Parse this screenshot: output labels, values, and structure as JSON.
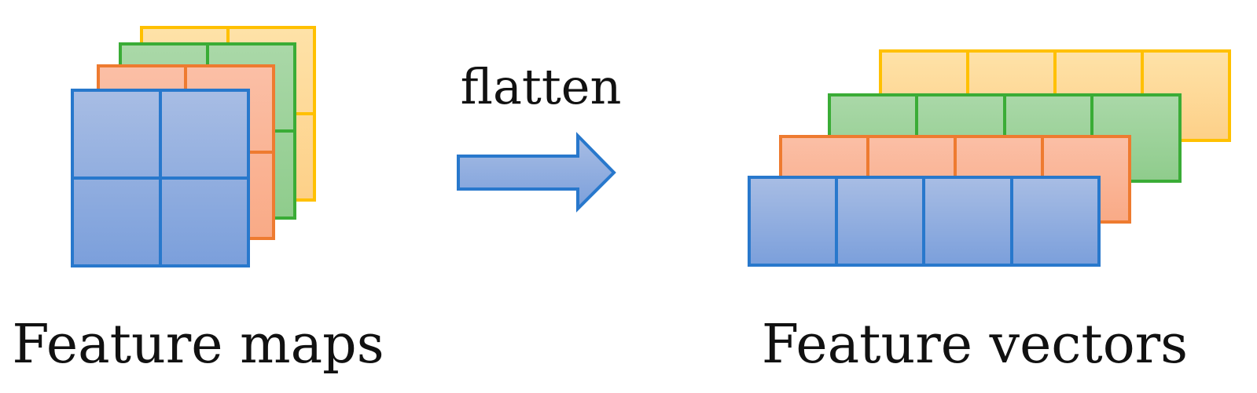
{
  "labels": {
    "left_caption": "Feature maps",
    "arrow_caption": "flatten",
    "right_caption": "Feature vectors"
  },
  "stacks": [
    {
      "name": "yellow",
      "fill_top": "#fee2a8",
      "fill_bottom": "#fdd088",
      "stroke": "#ffc000"
    },
    {
      "name": "green",
      "fill_top": "#aad8a8",
      "fill_bottom": "#8fcc8c",
      "stroke": "#3aac36"
    },
    {
      "name": "orange",
      "fill_top": "#fbbfa6",
      "fill_bottom": "#f9aa86",
      "stroke": "#ee7b30"
    },
    {
      "name": "blue",
      "fill_top": "#a8bde4",
      "fill_bottom": "#7b9fdb",
      "stroke": "#2878cc"
    }
  ],
  "arrow": {
    "fill_top": "#a8bde4",
    "fill_bottom": "#7b9fdb",
    "stroke": "#2878cc"
  }
}
